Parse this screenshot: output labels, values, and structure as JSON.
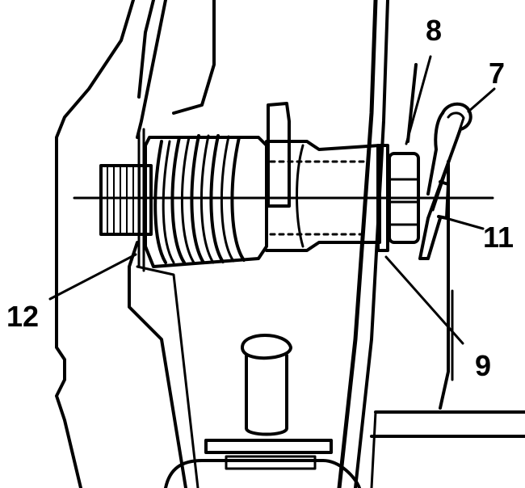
{
  "diagram": {
    "callouts": [
      {
        "id": "c7",
        "label": "7"
      },
      {
        "id": "c8",
        "label": "8"
      },
      {
        "id": "c9",
        "label": "9"
      },
      {
        "id": "c11",
        "label": "11"
      },
      {
        "id": "c12",
        "label": "12"
      }
    ],
    "colors": {
      "ink": "#000000",
      "paper": "#ffffff"
    }
  }
}
